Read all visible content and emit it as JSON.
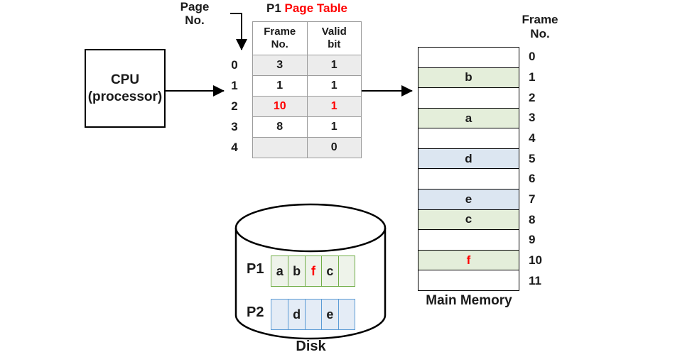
{
  "diagram": {
    "cpu": {
      "label_line1": "CPU",
      "label_line2": "(processor)"
    },
    "page_no_header": {
      "line1": "Page",
      "line2": "No."
    },
    "page_table": {
      "title_prefix": "P1",
      "title": "Page Table",
      "columns": [
        "Frame No.",
        "Valid bit"
      ],
      "rows": [
        {
          "page_no": "0",
          "frame_no": "3",
          "valid_bit": "1",
          "shaded": true,
          "highlight": false
        },
        {
          "page_no": "1",
          "frame_no": "1",
          "valid_bit": "1",
          "shaded": false,
          "highlight": false
        },
        {
          "page_no": "2",
          "frame_no": "10",
          "valid_bit": "1",
          "shaded": true,
          "highlight": true
        },
        {
          "page_no": "3",
          "frame_no": "8",
          "valid_bit": "1",
          "shaded": false,
          "highlight": false
        },
        {
          "page_no": "4",
          "frame_no": "",
          "valid_bit": "0",
          "shaded": true,
          "highlight": false
        }
      ]
    },
    "main_memory": {
      "header_line1": "Frame",
      "header_line2": "No.",
      "label": "Main Memory",
      "frames": [
        {
          "no": "0",
          "content": "",
          "fill": "white"
        },
        {
          "no": "1",
          "content": "b",
          "fill": "green"
        },
        {
          "no": "2",
          "content": "",
          "fill": "white"
        },
        {
          "no": "3",
          "content": "a",
          "fill": "green"
        },
        {
          "no": "4",
          "content": "",
          "fill": "white"
        },
        {
          "no": "5",
          "content": "d",
          "fill": "blue"
        },
        {
          "no": "6",
          "content": "",
          "fill": "white"
        },
        {
          "no": "7",
          "content": "e",
          "fill": "blue"
        },
        {
          "no": "8",
          "content": "c",
          "fill": "green"
        },
        {
          "no": "9",
          "content": "",
          "fill": "white"
        },
        {
          "no": "10",
          "content": "f",
          "fill": "green",
          "red_text": true
        },
        {
          "no": "11",
          "content": "",
          "fill": "white"
        }
      ]
    },
    "disk": {
      "label": "Disk",
      "p1": {
        "label": "P1",
        "cells": [
          "a",
          "b",
          "f",
          "c",
          ""
        ],
        "red_cell_index": 2
      },
      "p2": {
        "label": "P2",
        "cells": [
          "",
          "d",
          "",
          "e",
          ""
        ]
      }
    },
    "colors": {
      "red": "#ff0000",
      "table_shaded": "#ececec",
      "table_border": "#9b9b9b",
      "green_fill": "#e4eeda",
      "blue_fill": "#dce6f1",
      "disk_green_border": "#70ad47",
      "disk_green_fill": "#eef3ea",
      "disk_blue_border": "#5b9bd5",
      "disk_blue_fill": "#e4ecf6"
    }
  }
}
